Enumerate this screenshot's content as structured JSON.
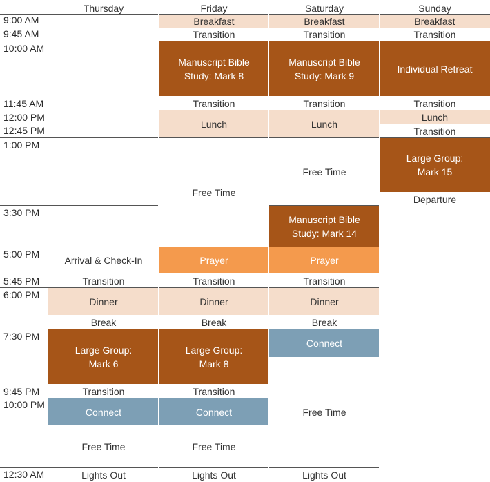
{
  "days": [
    "Thursday",
    "Friday",
    "Saturday",
    "Sunday"
  ],
  "times": {
    "t0900": "9:00 AM",
    "t0945": "9:45 AM",
    "t1000": "10:00 AM",
    "t1145": "11:45 AM",
    "t1200": "12:00 PM",
    "t1245": "12:45 PM",
    "t1300": "1:00 PM",
    "t1530": "3:30 PM",
    "t1700": "5:00 PM",
    "t1745": "5:45 PM",
    "t1800": "6:00 PM",
    "t1930": "7:30 PM",
    "t2145": "9:45 PM",
    "t2200": "10:00 PM",
    "t0030": "12:30 AM"
  },
  "events": {
    "breakfast": "Breakfast",
    "transition": "Transition",
    "msb_mark8": "Manuscript Bible Study: Mark 8",
    "msb_mark9": "Manuscript Bible Study: Mark 9",
    "individual_retreat": "Individual Retreat",
    "lunch": "Lunch",
    "free_time": "Free Time",
    "large_group_mark15": "Large Group: Mark 15",
    "departure": "Departure",
    "msb_mark14": "Manuscript Bible Study: Mark 14",
    "arrival": "Arrival & Check-In",
    "prayer": "Prayer",
    "dinner": "Dinner",
    "break": "Break",
    "large_group_mark6": "Large Group: Mark 6",
    "large_group_mark8": "Large Group: Mark 8",
    "connect": "Connect",
    "lights_out": "Lights Out"
  },
  "colors": {
    "light": "#f5ddcb",
    "dark": "#a65518",
    "orange": "#f49a4d",
    "blue": "#7d9fb5"
  }
}
